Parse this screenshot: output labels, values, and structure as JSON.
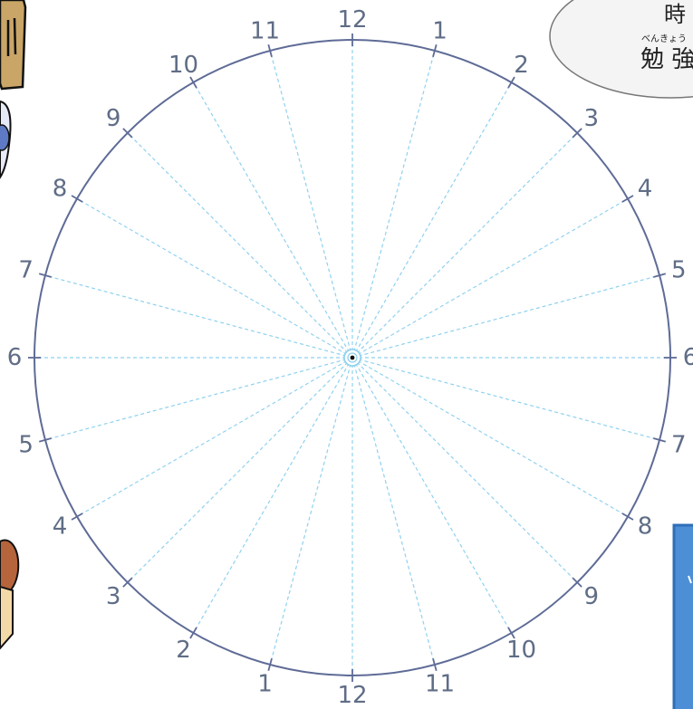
{
  "clock": {
    "hour_labels": [
      "12",
      "1",
      "2",
      "3",
      "4",
      "5",
      "6",
      "7",
      "8",
      "9",
      "10",
      "11",
      "12",
      "1",
      "2",
      "3",
      "4",
      "5",
      "6",
      "7",
      "8",
      "9",
      "10",
      "11"
    ],
    "colors": {
      "ring": "#5e6b96",
      "spoke": "#8fd1ef",
      "label": "#5f6d86",
      "center": "#111111"
    }
  },
  "speech_bubble": {
    "line1": "時",
    "ruby": "べんきょう",
    "line2": "勉 強"
  },
  "decor": {
    "sign_icon": "wooden-sign-icon",
    "figure_top_icon": "person-figure-icon",
    "figure_bottom_icon": "girl-figure-icon",
    "panel_icon": "blue-panel-icon",
    "colors": {
      "sign": "#c9a567",
      "panel": "#4d8fd6",
      "panel_border": "#2f6fb8"
    }
  }
}
